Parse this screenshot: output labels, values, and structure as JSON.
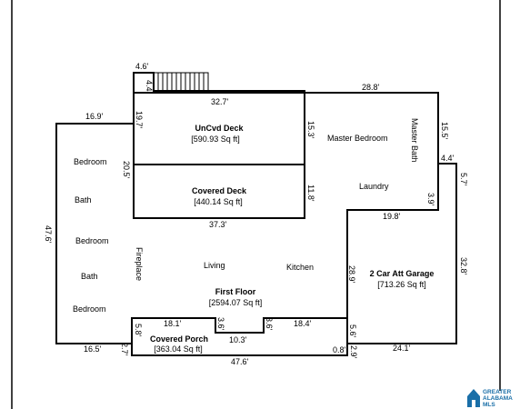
{
  "dimensions": {
    "d_4_6": "4.6'",
    "d_4_4_top": "4.4'",
    "d_32_7": "32.7'",
    "d_28_8": "28.8'",
    "d_16_9": "16.9'",
    "d_19_7": "19.7'",
    "d_15_3": "15.3'",
    "d_15_5": "15.5'",
    "d_4_4_right": "4.4'",
    "d_5_7": "5.7'",
    "d_20_5": "20.5'",
    "d_11_8": "11.8'",
    "d_3_9": "3.9'",
    "d_37_3": "37.3'",
    "d_19_8": "19.8'",
    "d_47_6_left": "47.6'",
    "d_32_8": "32.8'",
    "d_28_9": "28.9'",
    "d_18_1": "18.1'",
    "d_3_6_a": "3.6'",
    "d_3_6_b": "3.6'",
    "d_18_4": "18.4'",
    "d_5_8": "5.8'",
    "d_10_3": "10.3'",
    "d_5_6": "5.6'",
    "d_16_5": "16.5'",
    "d_2_7": "2.7'",
    "d_0_8": "0.8'",
    "d_2_9": "2.9'",
    "d_24_1": "24.1'",
    "d_47_6_bottom": "47.6'"
  },
  "rooms": {
    "bedroom1": "Bedroom",
    "bath1": "Bath",
    "bedroom2": "Bedroom",
    "bath2": "Bath",
    "bedroom3": "Bedroom",
    "fireplace": "Fireplace",
    "living": "Living",
    "kitchen": "Kitchen",
    "master_bedroom": "Master Bedroom",
    "master_bath": "Master Bath",
    "laundry": "Laundry"
  },
  "areas": {
    "uncvd_deck": {
      "title": "UnCvd Deck",
      "value": "[590.93 Sq ft]"
    },
    "covered_deck": {
      "title": "Covered Deck",
      "value": "[440.14 Sq ft]"
    },
    "first_floor": {
      "title": "First Floor",
      "value": "[2594.07 Sq ft]"
    },
    "garage": {
      "title": "2 Car Att Garage",
      "value": "[713.26 Sq ft]"
    },
    "covered_porch": {
      "title": "Covered Porch",
      "value": "[363.04 Sq ft]"
    }
  },
  "logo": {
    "line1": "GREATER",
    "line2": "ALABAMA",
    "line3": "MLS"
  }
}
